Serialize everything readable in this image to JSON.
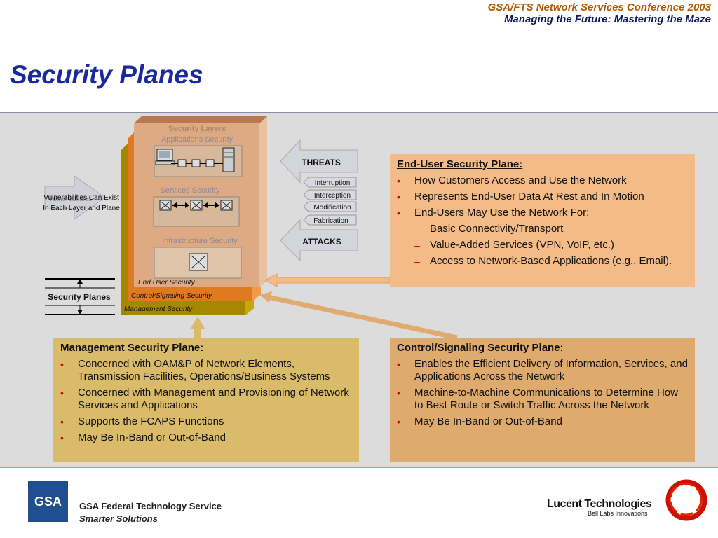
{
  "header": {
    "line1": "GSA/FTS Network Services Conference 2003",
    "line2": "Managing the Future: Mastering the Maze"
  },
  "title": "Security Planes",
  "diagram": {
    "layers_heading": "Security Layers",
    "applications_security": "Applications Security",
    "services_security": "Services Security",
    "infrastructure_security": "Infrastructure Security",
    "end_user_security": "End User Security",
    "control_signaling_security": "Control/Signaling Security",
    "management_security": "Management Security",
    "vulnerabilities_line1": "Vulnerabilities Can Exist",
    "vulnerabilities_line2": "In Each Layer and Plane",
    "arrow_behind_text": "Vulnerabilities",
    "threats": "THREATS",
    "attacks": "ATTACKS",
    "threat_types": [
      "Interruption",
      "Interception",
      "Modification",
      "Fabrication"
    ],
    "security_planes_label": "Security Planes"
  },
  "colors": {
    "title": "#1a2a9c",
    "header_line1": "#b35a00",
    "header_line2": "#0a1a5c",
    "end_user_plane": "#d99a5e",
    "control_plane": "#e07a20",
    "management_plane": "#a68800",
    "panel_end_user": "#f2bb87",
    "panel_management": "#d9bb6a",
    "panel_control": "#deaa6e",
    "bullet": "#cc0000"
  },
  "panels": {
    "end_user": {
      "heading": "End-User Security Plane:",
      "bullets": [
        "How Customers Access and Use the Network",
        "Represents End-User Data At Rest and In Motion",
        "End-Users May Use the Network For:"
      ],
      "sub_bullets": [
        "Basic Connectivity/Transport",
        "Value-Added Services (VPN, VoIP, etc.)",
        "Access to Network-Based Applications (e.g., Email)."
      ]
    },
    "management": {
      "heading": "Management Security Plane:",
      "bullets": [
        "Concerned with OAM&P of Network Elements, Transmission Facilities, Operations/Business Systems",
        "Concerned with Management and Provisioning of Network Services and Applications",
        "Supports the FCAPS Functions",
        "May Be In-Band or Out-of-Band"
      ]
    },
    "control": {
      "heading": "Control/Signaling Security Plane:",
      "bullets": [
        "Enables the Efficient Delivery of Information, Services, and Applications Across the Network",
        "Machine-to-Machine Communications to Determine How to Best Route or Switch Traffic Across the Network",
        "May Be In-Band or Out-of-Band"
      ]
    }
  },
  "footer": {
    "gsa_logo_text": "GSA",
    "org_name": "GSA Federal Technology Service",
    "tagline": "Smarter Solutions",
    "lucent_name": "Lucent Technologies",
    "lucent_tagline": "Bell Labs Innovations"
  }
}
